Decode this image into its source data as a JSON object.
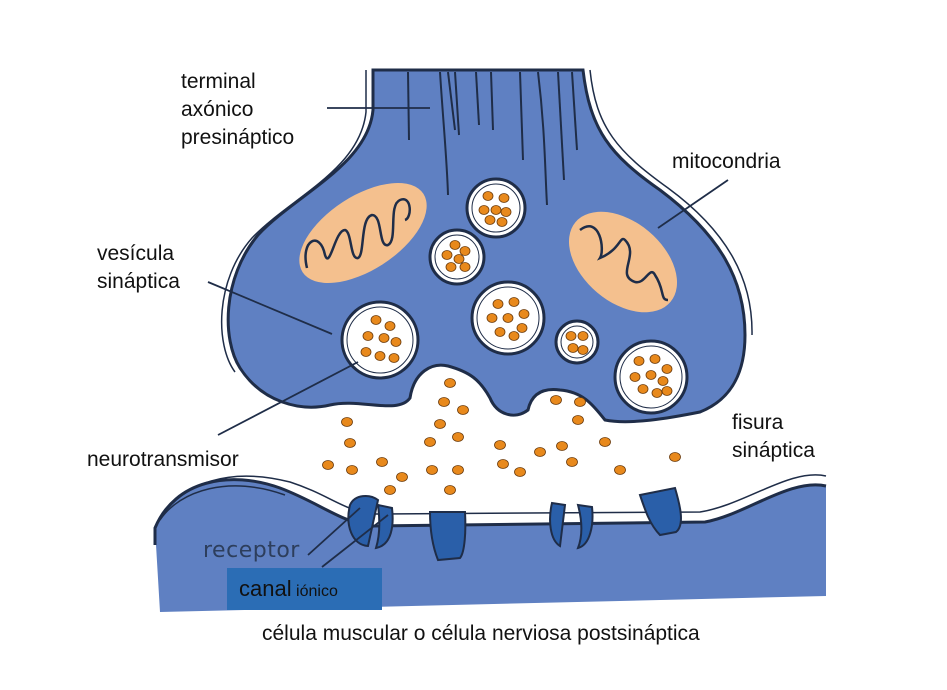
{
  "labels": {
    "terminal": [
      "terminal",
      "axónico",
      "presináptico"
    ],
    "mitochondria": "mitocondria",
    "vesicle": [
      "vesícula",
      "sináptica"
    ],
    "neurotransmitter": "neurotransmisor",
    "cleft": [
      "fisura",
      "sináptica"
    ],
    "receptor": "receptor",
    "ion_channel": [
      "canal",
      "iónico"
    ],
    "postsynaptic": "célula muscular o célula nerviosa postsináptica"
  },
  "colors": {
    "cell_blue": "#5f80c2",
    "outline": "#1f2d48",
    "neurotransmitter_orange": "#e8891c",
    "mitochondria": "#f4c08e",
    "receptor_blue": "#2a5fa9",
    "label_box": "#2b6db5"
  }
}
